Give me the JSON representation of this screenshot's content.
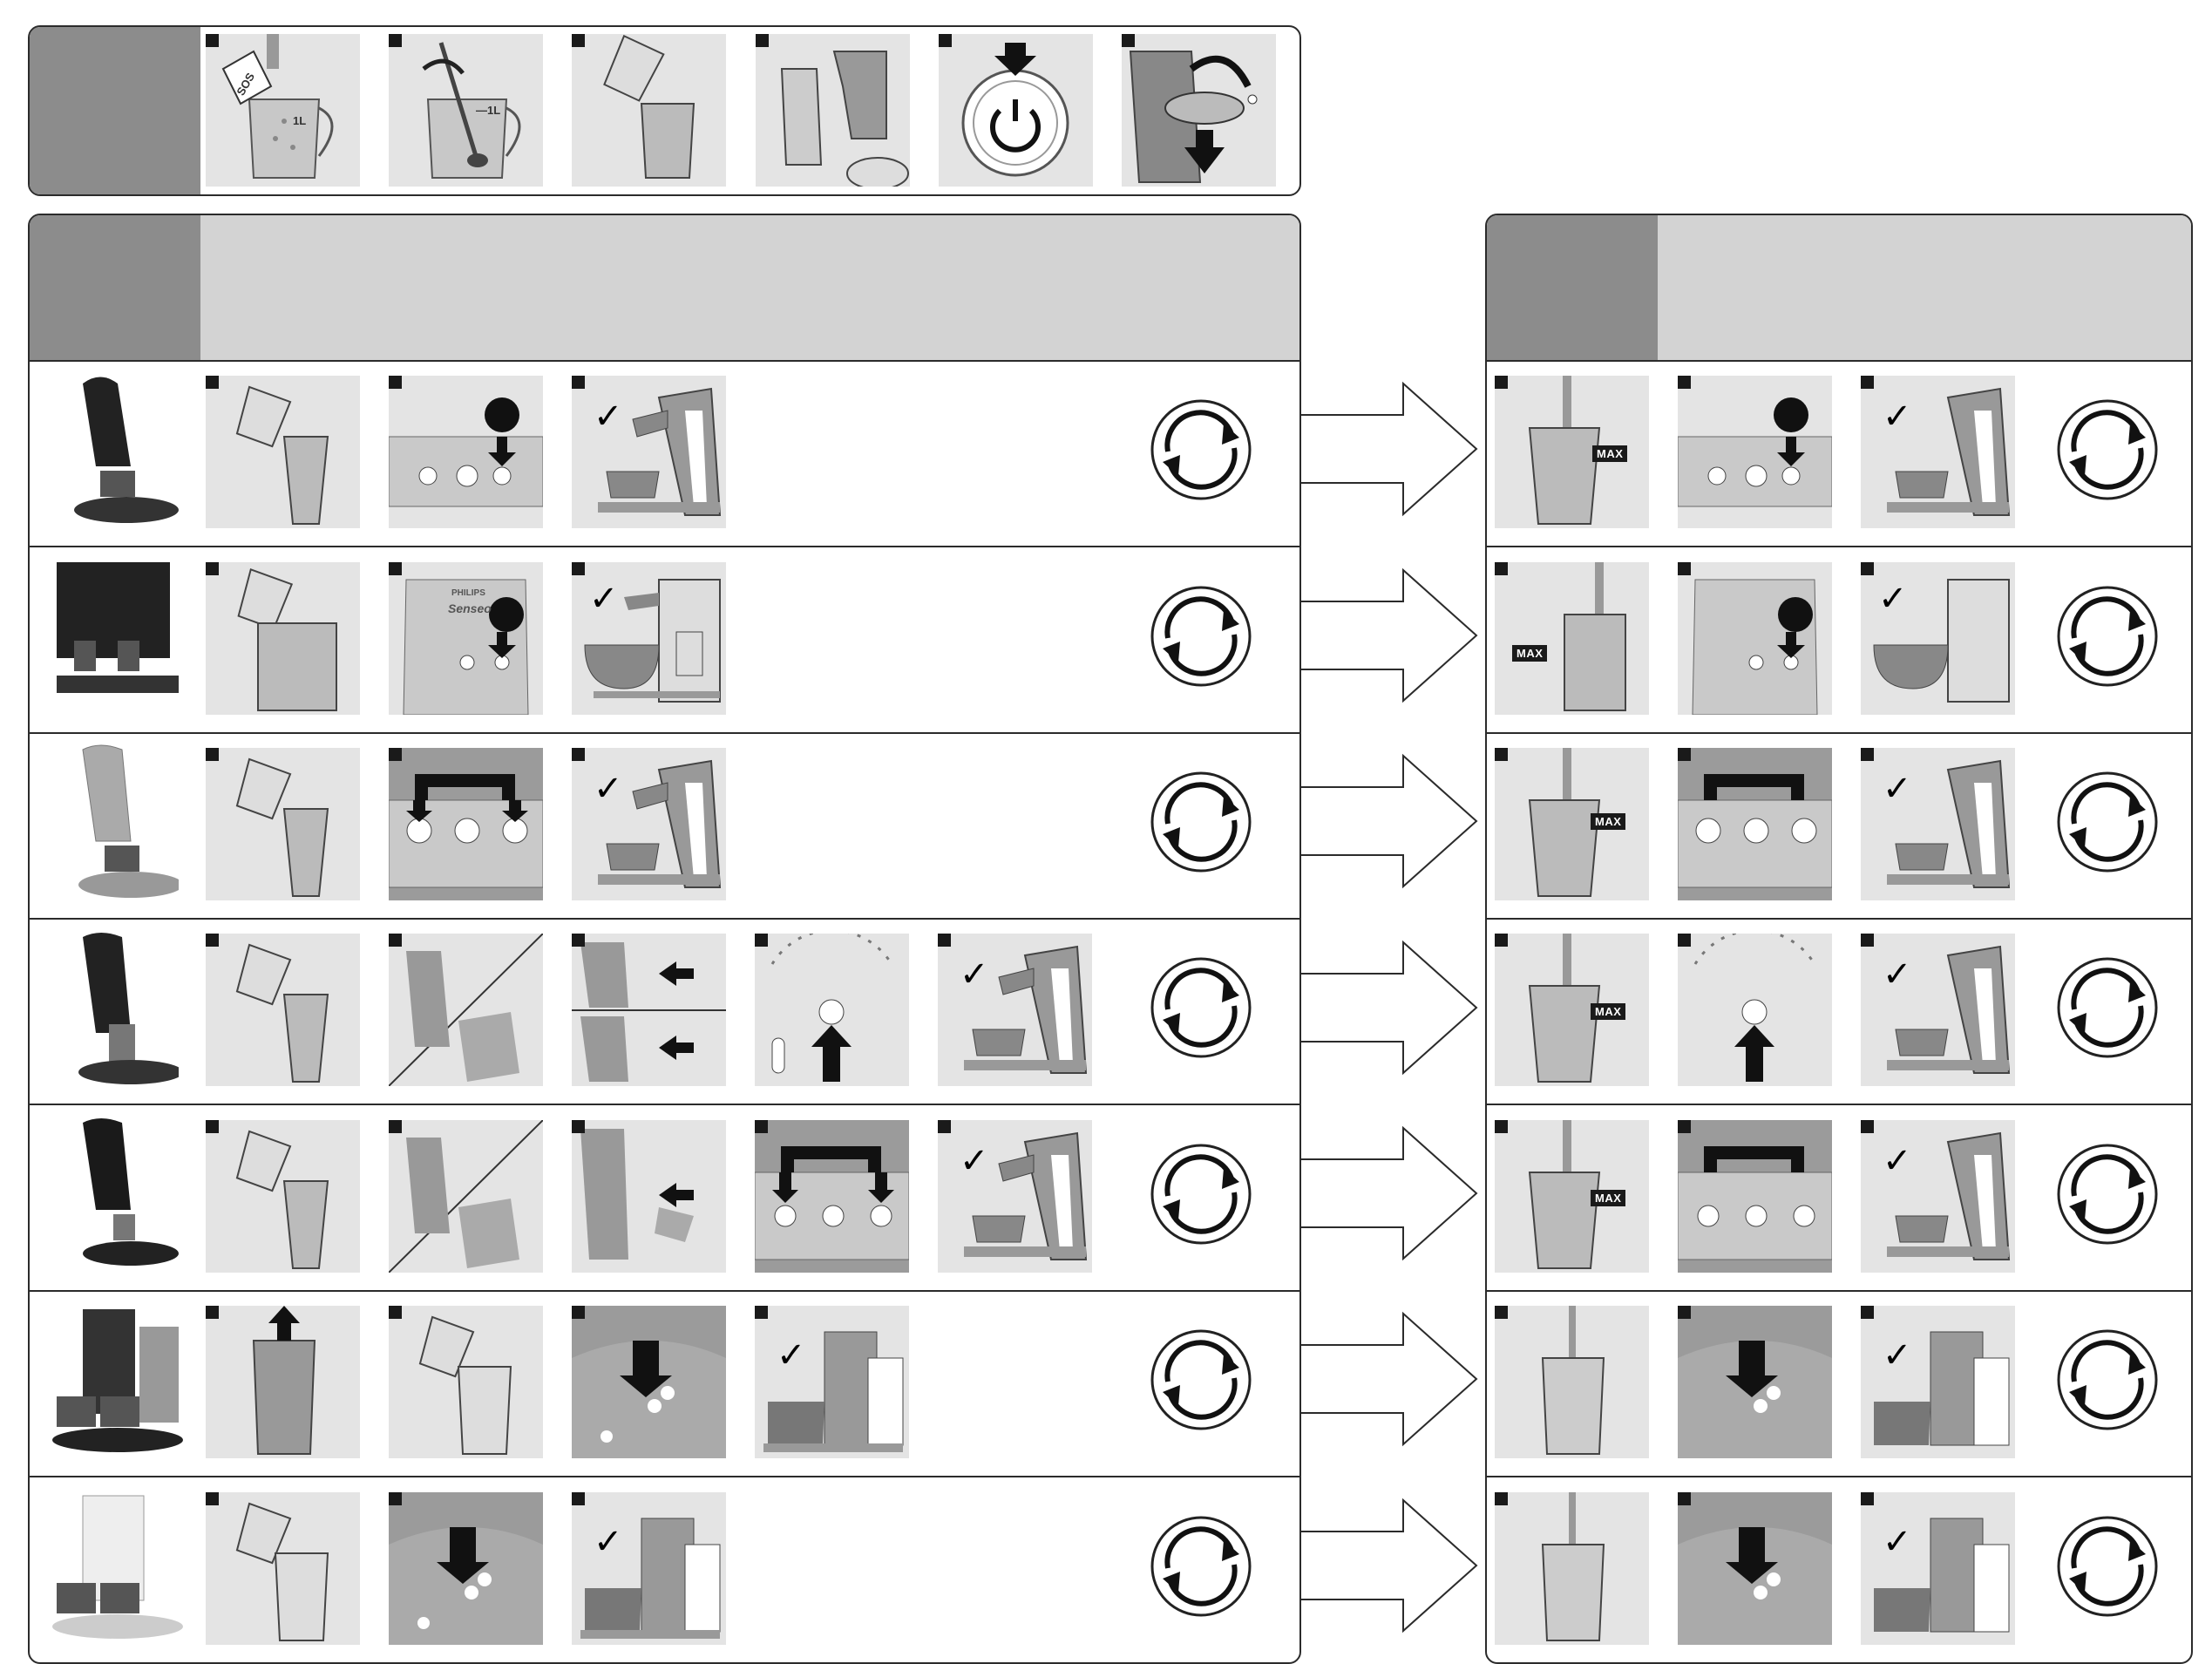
{
  "labels": {
    "max": "MAX",
    "liter": "1L",
    "liter_dash": "—1L",
    "brand": "PHILIPS",
    "sub_brand": "Senseo",
    "pack": "SOS"
  },
  "icons": {
    "check": "checkmark-icon",
    "cycle": "cycle-arrows-icon",
    "power": "power-icon",
    "arrow": "arrow-right-icon"
  },
  "colors": {
    "header_dark": "#8c8c8c",
    "header_light": "#d3d3d3",
    "tile": "#e4e4e4",
    "outline": "#2b2b2b"
  }
}
